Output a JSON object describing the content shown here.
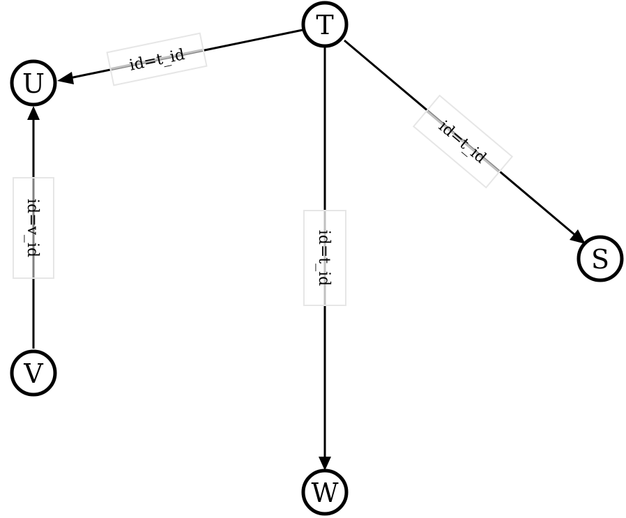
{
  "nodes": {
    "T": "T",
    "U": "U",
    "V": "V",
    "S": "S",
    "W": "W"
  },
  "edges": [
    {
      "from": "T",
      "to": "U",
      "label": "id=t_id"
    },
    {
      "from": "V",
      "to": "U",
      "label": "id=v_id"
    },
    {
      "from": "T",
      "to": "S",
      "label": "id=t_id"
    },
    {
      "from": "T",
      "to": "W",
      "label": "id=t_id"
    }
  ]
}
